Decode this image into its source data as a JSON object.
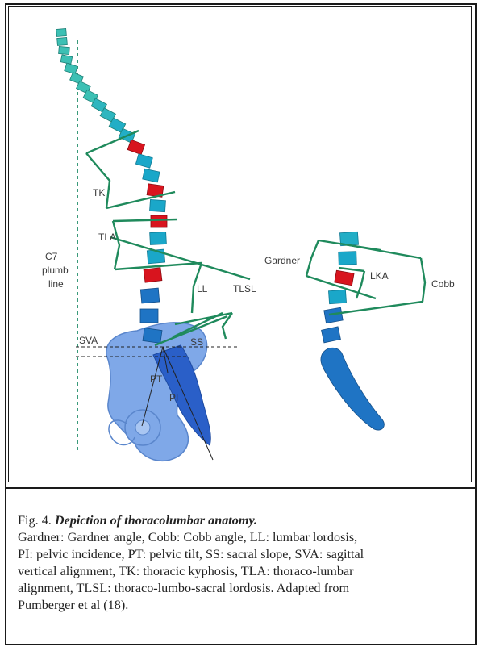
{
  "diagram": {
    "labels": {
      "tk": "TK",
      "tla": "TLA",
      "c7": "C7",
      "plumb": "plumb",
      "line": "line",
      "ll": "LL",
      "tlsl": "TLSL",
      "sva": "SVA",
      "ss": "SS",
      "pt": "PT",
      "pi": "PI",
      "gardner": "Gardner",
      "lka": "LKA",
      "cobb": "Cobb"
    },
    "colors": {
      "vertebra_top": "#3cc0b4",
      "vertebra_mid": "#1aa7c9",
      "vertebra_low": "#1f74c4",
      "wedge": "#d8141e",
      "sacrum": "#2a5fc8",
      "pelvis": "#7fa8e8",
      "angle_lines": "#1f8a5c",
      "plumb_line": "#3a9a7a"
    }
  },
  "caption": {
    "label": "Fig. 4.",
    "title": "Depiction of thoracolumbar anatomy.",
    "line1": "Gardner: Gardner angle, Cobb: Cobb angle, LL: lumbar lordosis,",
    "line2": "PI: pelvic incidence, PT: pelvic tilt, SS: sacral slope, SVA: sagittal",
    "line3": "vertical alignment, TK: thoracic kyphosis, TLA: thoraco-lumbar",
    "line4": "alignment, TLSL: thoraco-lumbo-sacral lordosis. Adapted from",
    "line5": "Pumberger et al (18)."
  }
}
